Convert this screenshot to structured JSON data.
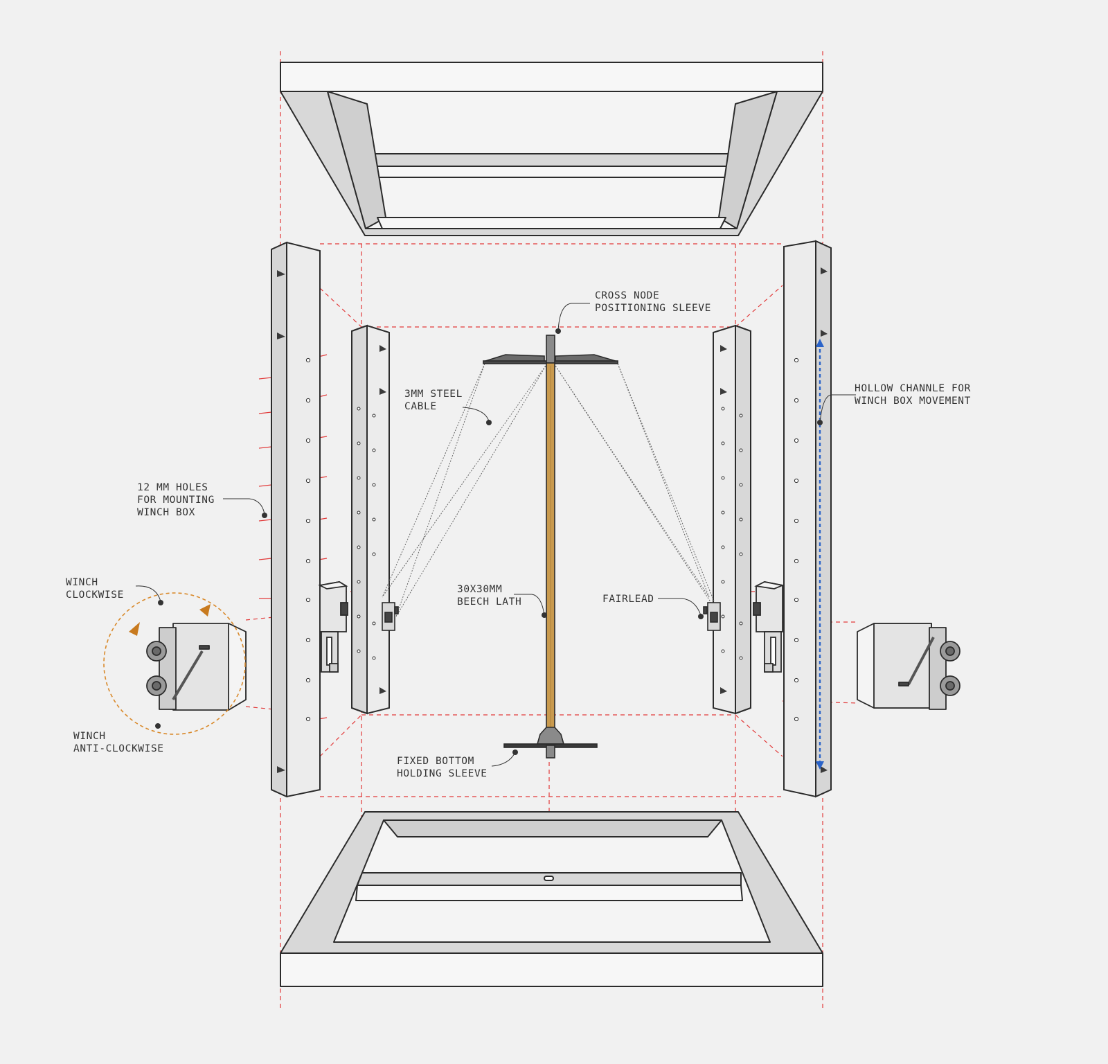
{
  "labels": {
    "cross_node_sleeve": "CROSS NODE\nPOSITIONING SLEEVE",
    "steel_cable": "3MM STEEL\nCABLE",
    "hollow_channel": "HOLLOW CHANNLE FOR\nWINCH BOX MOVEMENT",
    "mounting_holes": "12 MM HOLES\nFOR MOUNTING\nWINCH BOX",
    "winch_clockwise": "WINCH\nCLOCKWISE",
    "beech_lath": "30x30MM\nBEECH LATH",
    "fairlead": "FAIRLEAD",
    "winch_anticlockwise": "WINCH\nANTI-CLOCKWISE",
    "bottom_sleeve": "FIXED BOTTOM\nHOLDING SLEEVE"
  },
  "colors": {
    "background": "#f1f1f1",
    "frame_fill": "#d8d8d8",
    "frame_light": "#f7f7f7",
    "outline": "#2b2b2b",
    "guide_red": "#e23a3a",
    "channel_blue": "#2a63c9",
    "wood": "#c99a4e",
    "rotation_orange": "#d9892a"
  }
}
